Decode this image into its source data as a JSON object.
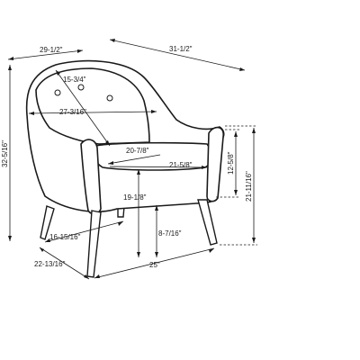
{
  "dimensions": {
    "top_width": "29-1/2\"",
    "depth": "31-1/2\"",
    "back_height": "15-3/4\"",
    "inner_width": "27-3/16\"",
    "total_height": "32-5/16\"",
    "seat_depth": "20-7/8\"",
    "seat_width": "21-5/8\"",
    "arm_height": "12-5/8\"",
    "arm_total_height": "21-11/16\"",
    "seat_height": "19-1/8\"",
    "leg_height": "8-7/16\"",
    "leg_span": "16-15/16\"",
    "base_depth": "22-13/16\"",
    "base_width": "25\""
  }
}
